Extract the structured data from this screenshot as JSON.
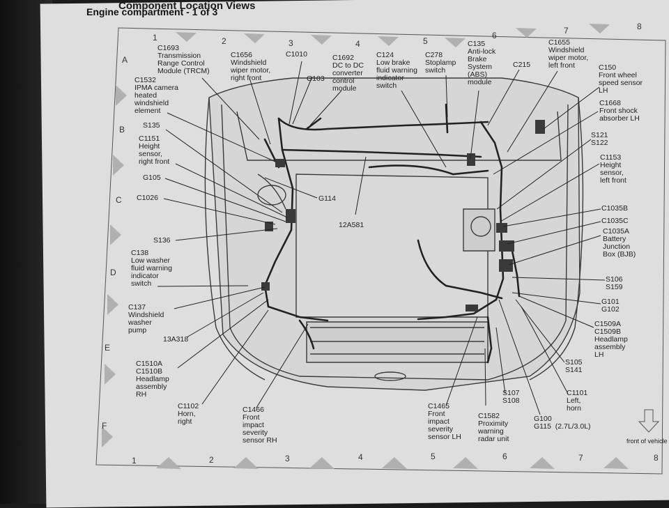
{
  "header": {
    "title": "Component Location Views",
    "subtitle": "Engine compartment - 1 of 3"
  },
  "grid": {
    "top_numbers": [
      "1",
      "2",
      "3",
      "4",
      "5",
      "6",
      "7",
      "8"
    ],
    "bottom_numbers": [
      "1",
      "2",
      "3",
      "4",
      "5",
      "6",
      "7",
      "8"
    ],
    "left_letters": [
      "A",
      "B",
      "C",
      "D",
      "E",
      "F"
    ]
  },
  "labels": {
    "c1693": "C1693\nTransmission\nRange Control\nModule (TRCM)",
    "c1656": "C1656\nWindshield\nwiper motor,\nright front",
    "c1010": "C1010",
    "g103": "G103",
    "c1692": "C1692\nDC to DC\nconverter\ncontrol\nmodule",
    "c124": "C124\nLow brake\nfluid warning\nindicator\nswitch",
    "c278": "C278\nStoplamp\nswitch",
    "c135": "C135\nAnti-lock\nBrake\nSystem\n(ABS)\nmodule",
    "c215": "C215",
    "c1655": "C1655\nWindshield\nwiper motor,\nleft front",
    "c150": "C150\nFront wheel\nspeed sensor\nLH",
    "c1668": "C1668\nFront shock\nabsorber LH",
    "s121": "S121\nS122",
    "c1153": "C1153\nHeight\nsensor,\nleft front",
    "c1035b": "C1035B",
    "c1035c": "C1035C",
    "c1035a": "C1035A\nBattery\nJunction\nBox (BJB)",
    "s106": "S106\nS159",
    "g101": "G101\nG102",
    "c1509": "C1509A\nC1509B\nHeadlamp\nassembly\nLH",
    "s105": "S105\nS141",
    "c1101": "C1101\nLeft,\nhorn",
    "g100": "G100\nG115  (2.7L/3.0L)",
    "s107": "S107\nS108",
    "c1582": "C1582\nProximity\nwarning\nradar unit",
    "c1465": "C1465\nFront\nimpact\nseverity\nsensor LH",
    "c1466": "C1466\nFront\nimpact\nseverity\nsensor RH",
    "c1102": "C1102\nHorn,\nright",
    "c1510": "C1510A\nC1510B\nHeadlamp\nassembly\nRH",
    "13a318": "13A318",
    "c137": "C137\nWindshield\nwasher\npump",
    "c138": "C138\nLow washer\nfluid warning\nindicator\nswitch",
    "s136": "S136",
    "c1026": "C1026",
    "g105": "G105",
    "c1151": "C1151\nHeight\nsensor,\nright front",
    "s135": "S135",
    "c1532": "C1532\nIPMA camera\nheated\nwindshield\nelement",
    "g114": "G114",
    "12a581": "12A581"
  },
  "front_note": "front of vehicle",
  "colors": {
    "paper": "#dedede",
    "ink": "#222222",
    "triangle": "#b3b3b3"
  }
}
